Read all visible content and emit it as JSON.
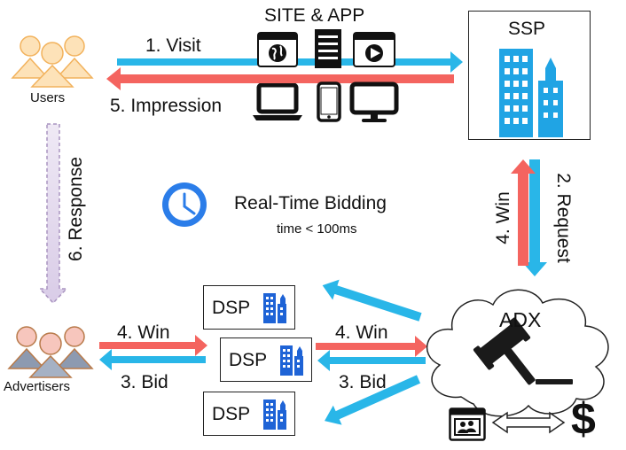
{
  "users_label": "Users",
  "advertisers_label": "Advertisers",
  "site_app_label": "SITE & APP",
  "visit_label": "1. Visit",
  "impression_label": "5. Impression",
  "ssp_label": "SSP",
  "request_label": "2. Request",
  "win_ssp_label": "4. Win",
  "response_label": "6. Response",
  "rtb_title": "Real-Time Bidding",
  "rtb_subtitle": "time < 100ms",
  "adx_label": "ADX",
  "dsp_labels": [
    "DSP",
    "DSP",
    "DSP"
  ],
  "win_adv_label": "4. Win",
  "bid_adv_label": "3. Bid",
  "win_adx_label": "4. Win",
  "bid_adx_label": "3. Bid",
  "currency_symbol": "$",
  "colors": {
    "blue_arrow": "#29b6e8",
    "red_arrow": "#f4645f",
    "person_fill": "#fde2b8",
    "person_stroke": "#f2b25c",
    "clock_blue": "#2b7de9",
    "building_blue": "#1e63d6",
    "ssp_building": "#20a4e4"
  },
  "icons": [
    "users-icon",
    "advertisers-icon",
    "browser-globe-icon",
    "server-icon",
    "video-player-icon",
    "laptop-icon",
    "smartphone-icon",
    "monitor-icon",
    "building-icon",
    "clock-icon",
    "gavel-icon",
    "cloud-icon",
    "ad-window-icon",
    "double-arrow-icon",
    "dollar-icon"
  ]
}
